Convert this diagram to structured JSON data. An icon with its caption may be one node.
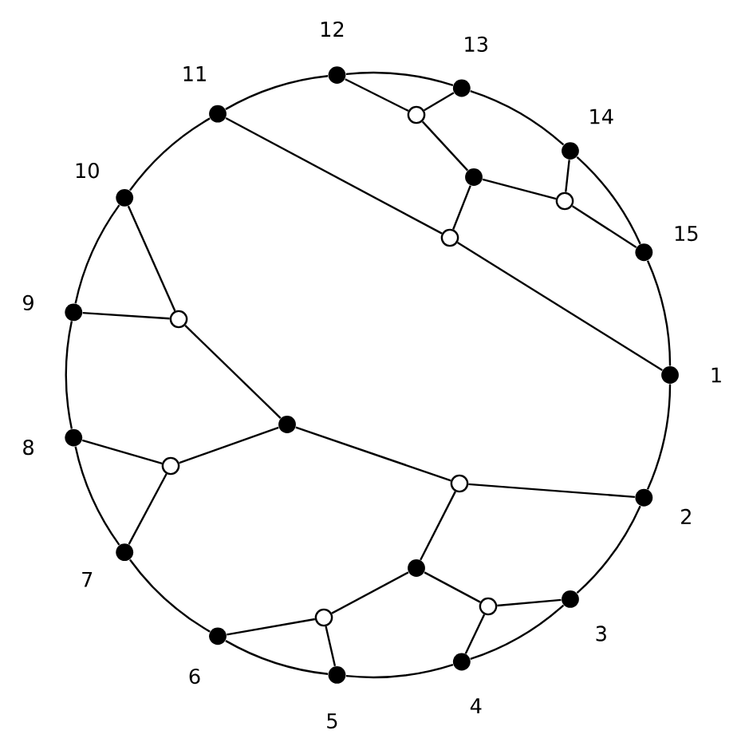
{
  "diagram": {
    "nodes": [
      {
        "text": [],
        "shape": "dot",
        "beside": [
          "1"
        ]
      },
      {
        "text": [],
        "shape": "dot",
        "beside": [
          "2"
        ]
      },
      {
        "text": [],
        "shape": "dot",
        "beside": [
          "3"
        ]
      },
      {
        "text": [],
        "shape": "dot",
        "beside": [
          "4"
        ]
      },
      {
        "text": [],
        "shape": "dot",
        "beside": [
          "5"
        ]
      },
      {
        "text": [],
        "shape": "dot",
        "beside": [
          "6"
        ]
      },
      {
        "text": [],
        "shape": "dot",
        "beside": [
          "7"
        ]
      },
      {
        "text": [],
        "shape": "dot",
        "beside": [
          "8"
        ]
      },
      {
        "text": [],
        "shape": "dot",
        "beside": [
          "9"
        ]
      },
      {
        "text": [],
        "shape": "dot",
        "beside": [
          "10"
        ]
      },
      {
        "text": [],
        "shape": "dot",
        "beside": [
          "11"
        ]
      },
      {
        "text": [],
        "shape": "dot",
        "beside": [
          "12"
        ]
      },
      {
        "text": [],
        "shape": "dot",
        "beside": [
          "13"
        ]
      },
      {
        "text": [],
        "shape": "dot",
        "beside": [
          "14"
        ]
      },
      {
        "text": [],
        "shape": "dot",
        "beside": [
          "15"
        ]
      },
      {
        "text": [],
        "shape": "circle"
      },
      {
        "text": [],
        "shape": "dot"
      },
      {
        "text": [],
        "shape": "circle"
      },
      {
        "text": [],
        "shape": "circle"
      },
      {
        "text": [],
        "shape": "circle"
      },
      {
        "text": [],
        "shape": "dot"
      },
      {
        "text": [],
        "shape": "circle"
      },
      {
        "text": [],
        "shape": "circle"
      },
      {
        "text": [],
        "shape": "dot"
      },
      {
        "text": [],
        "shape": "circle"
      },
      {
        "text": [],
        "shape": "circle"
      }
    ],
    "edges": [
      {
        "from": 0,
        "to": 1,
        "arrow": "none"
      },
      {
        "from": 1,
        "to": 2,
        "arrow": "none"
      },
      {
        "from": 2,
        "to": 3,
        "arrow": "none"
      },
      {
        "from": 3,
        "to": 4,
        "arrow": "none"
      },
      {
        "from": 4,
        "to": 5,
        "arrow": "none"
      },
      {
        "from": 5,
        "to": 6,
        "arrow": "none"
      },
      {
        "from": 6,
        "to": 7,
        "arrow": "none"
      },
      {
        "from": 7,
        "to": 8,
        "arrow": "none"
      },
      {
        "from": 8,
        "to": 9,
        "arrow": "none"
      },
      {
        "from": 9,
        "to": 10,
        "arrow": "none"
      },
      {
        "from": 10,
        "to": 11,
        "arrow": "none"
      },
      {
        "from": 11,
        "to": 12,
        "arrow": "none"
      },
      {
        "from": 12,
        "to": 13,
        "arrow": "none"
      },
      {
        "from": 13,
        "to": 14,
        "arrow": "none"
      },
      {
        "from": 14,
        "to": 0,
        "arrow": "none"
      },
      {
        "from": 11,
        "to": 15,
        "arrow": "none"
      },
      {
        "from": 12,
        "to": 15,
        "arrow": "none"
      },
      {
        "from": 15,
        "to": 16,
        "arrow": "none"
      },
      {
        "from": 16,
        "to": 17,
        "arrow": "none"
      },
      {
        "from": 13,
        "to": 17,
        "arrow": "none"
      },
      {
        "from": 14,
        "to": 17,
        "arrow": "none"
      },
      {
        "from": 16,
        "to": 18,
        "arrow": "none"
      },
      {
        "from": 10,
        "to": 18,
        "arrow": "none"
      },
      {
        "from": 0,
        "to": 18,
        "arrow": "none"
      },
      {
        "from": 9,
        "to": 19,
        "arrow": "none"
      },
      {
        "from": 8,
        "to": 19,
        "arrow": "none"
      },
      {
        "from": 19,
        "to": 20,
        "arrow": "none"
      },
      {
        "from": 20,
        "to": 21,
        "arrow": "none"
      },
      {
        "from": 7,
        "to": 21,
        "arrow": "none"
      },
      {
        "from": 6,
        "to": 21,
        "arrow": "none"
      },
      {
        "from": 20,
        "to": 22,
        "arrow": "none"
      },
      {
        "from": 1,
        "to": 22,
        "arrow": "none"
      },
      {
        "from": 22,
        "to": 23,
        "arrow": "none"
      },
      {
        "from": 23,
        "to": 24,
        "arrow": "none"
      },
      {
        "from": 5,
        "to": 24,
        "arrow": "none"
      },
      {
        "from": 4,
        "to": 24,
        "arrow": "none"
      },
      {
        "from": 23,
        "to": 25,
        "arrow": "none"
      },
      {
        "from": 2,
        "to": 25,
        "arrow": "none"
      },
      {
        "from": 3,
        "to": 25,
        "arrow": "none"
      }
    ]
  }
}
